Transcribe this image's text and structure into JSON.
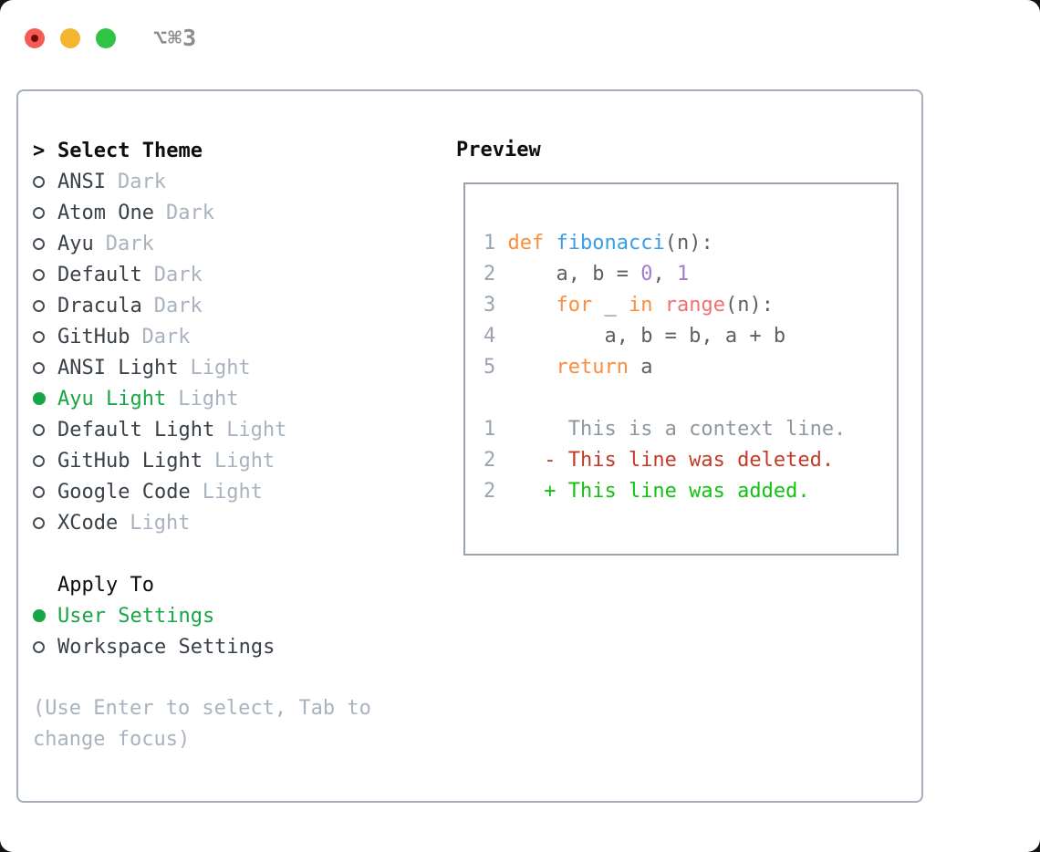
{
  "window": {
    "title": "⌥⌘3"
  },
  "colors": {
    "selection_green": "#17a645",
    "keyword_orange": "#fa8d3e",
    "function_blue": "#399ee6",
    "number_purple": "#a37acc",
    "builtin_coral": "#f07171",
    "code_foreground": "#5c6166",
    "line_number_gray": "#9aa4b0",
    "muted_gray": "#a9b3bf",
    "diff_deleted_red": "#c43a28",
    "diff_added_green": "#13c113",
    "traffic_red": "#f25c54",
    "traffic_yellow": "#f5b52e",
    "traffic_green": "#31c343"
  },
  "theme_panel": {
    "header_marker": ">",
    "header": "Select Theme",
    "items": [
      {
        "name": "ANSI",
        "variant": "Dark",
        "selected": false
      },
      {
        "name": "Atom One",
        "variant": "Dark",
        "selected": false
      },
      {
        "name": "Ayu",
        "variant": "Dark",
        "selected": false
      },
      {
        "name": "Default",
        "variant": "Dark",
        "selected": false
      },
      {
        "name": "Dracula",
        "variant": "Dark",
        "selected": false
      },
      {
        "name": "GitHub",
        "variant": "Dark",
        "selected": false
      },
      {
        "name": "ANSI Light",
        "variant": "Light",
        "selected": false
      },
      {
        "name": "Ayu Light",
        "variant": "Light",
        "selected": true
      },
      {
        "name": "Default Light",
        "variant": "Light",
        "selected": false
      },
      {
        "name": "GitHub Light",
        "variant": "Light",
        "selected": false
      },
      {
        "name": "Google Code",
        "variant": "Light",
        "selected": false
      },
      {
        "name": "XCode",
        "variant": "Light",
        "selected": false
      }
    ]
  },
  "apply_panel": {
    "header": "Apply To",
    "options": [
      {
        "label": "User Settings",
        "selected": true
      },
      {
        "label": "Workspace Settings",
        "selected": false
      }
    ]
  },
  "help_text": "(Use Enter to select, Tab to change focus)",
  "preview": {
    "header": "Preview",
    "code_lines": [
      {
        "num": "1",
        "s0": " ",
        "s1": "def",
        "s2": " ",
        "s3": "fibonacci",
        "s4": "(n):"
      },
      {
        "num": "2",
        "s0": "     a, b = ",
        "s1": "0",
        "s2": ", ",
        "s3": "1"
      },
      {
        "num": "3",
        "s0": "     ",
        "s1": "for",
        "s2": " _ ",
        "s3": "in",
        "s4": " ",
        "s5": "range",
        "s6": "(n):"
      },
      {
        "num": "4",
        "s0": "         a, b = b, a + b"
      },
      {
        "num": "5",
        "s0": "     ",
        "s1": "return",
        "s2": " a"
      }
    ],
    "diff_lines": [
      {
        "num": "1",
        "text": "      This is a context line."
      },
      {
        "num": "2",
        "text": "    - This line was deleted."
      },
      {
        "num": "2",
        "text": "    + This line was added."
      }
    ]
  }
}
